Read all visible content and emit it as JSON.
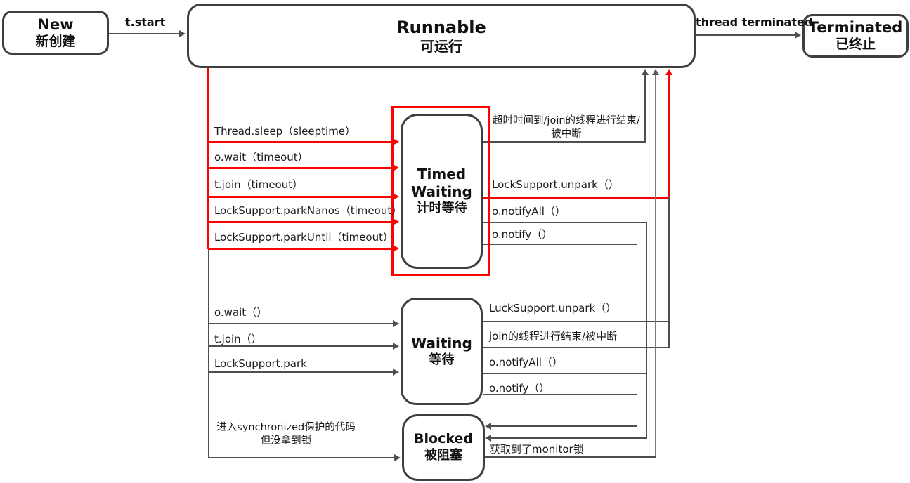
{
  "states": {
    "new": {
      "en": "New",
      "zh": "新创建"
    },
    "runnable": {
      "en": "Runnable",
      "zh": "可运行"
    },
    "terminated": {
      "en": "Terminated",
      "zh": "已终止"
    },
    "timed_waiting": {
      "en1": "Timed",
      "en2": "Waiting",
      "zh": "计时等待"
    },
    "waiting": {
      "en": "Waiting",
      "zh": "等待"
    },
    "blocked": {
      "en": "Blocked",
      "zh": "被阻塞"
    }
  },
  "edges": {
    "new_to_runnable": {
      "label": "t.start"
    },
    "runnable_to_terminated": {
      "label": "thread terminated"
    },
    "runnable_to_timed_waiting": {
      "labels": [
        "Thread.sleep（sleeptime）",
        "o.wait（timeout）",
        "t.join（timeout）",
        "LockSupport.parkNanos（timeout）",
        "LockSupport.parkUntil（timeout）"
      ]
    },
    "timed_waiting_to_runnable": {
      "timeout_line1": "超时时间到/join的线程进行结束/",
      "timeout_line2": "被中断",
      "unpark": "LockSupport.unpark（）"
    },
    "timed_waiting_to_blocked": {
      "notify_all": "o.notifyAll（）",
      "notify": "o.notify（）"
    },
    "runnable_to_waiting": {
      "labels": [
        "o.wait（）",
        "t.join（）",
        "LockSupport.park"
      ]
    },
    "waiting_to_runnable": {
      "unpark": "LuckSupport.unpark（）",
      "join_end": "join的线程进行结束/被中断"
    },
    "waiting_to_blocked": {
      "notify_all": "o.notifyAll（）",
      "notify": "o.notify（）"
    },
    "runnable_to_blocked": {
      "line1": "进入synchronized保护的代码",
      "line2": "但没拿到锁"
    },
    "blocked_to_runnable": {
      "label": "获取到了monitor锁"
    }
  },
  "colors": {
    "highlight_red": "#ff0000",
    "connector_gray": "#4f4f4f",
    "box_border": "#3f3f3f",
    "background": "#ffffff"
  }
}
